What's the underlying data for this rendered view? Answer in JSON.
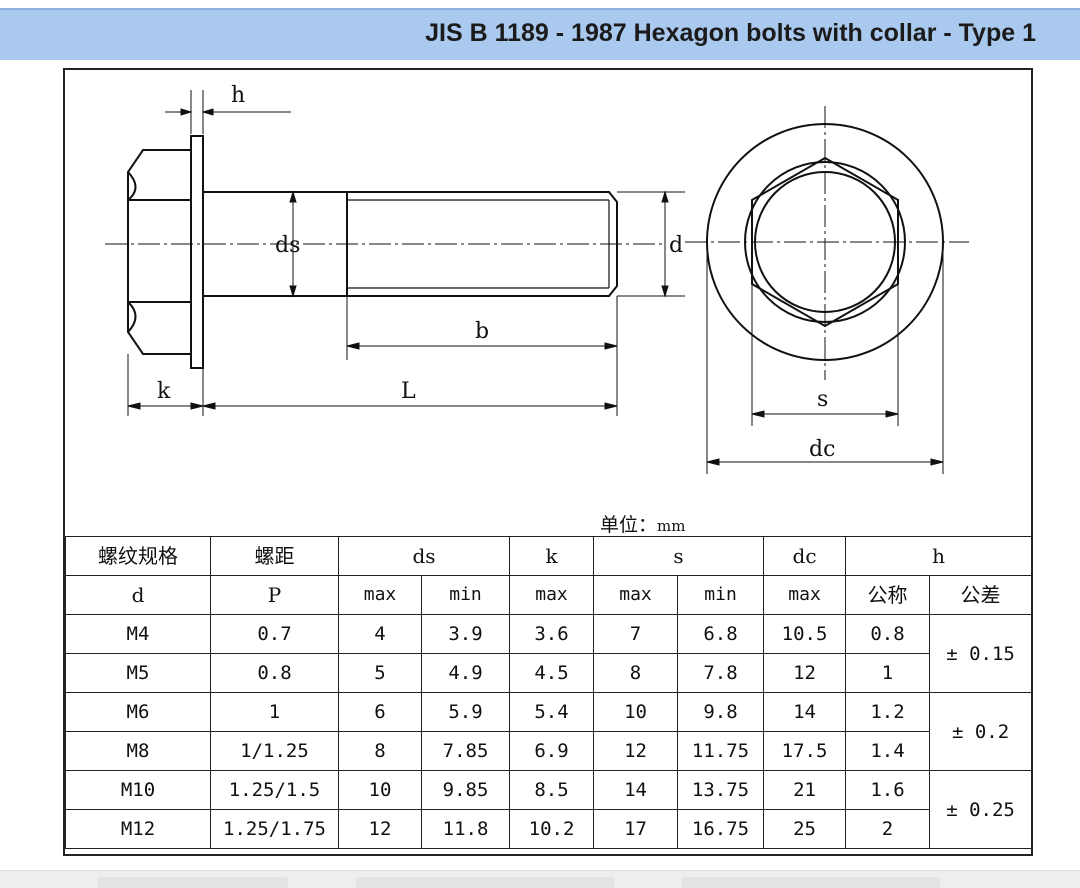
{
  "header": {
    "title": "JIS B 1189 - 1987 Hexagon bolts with collar - Type 1"
  },
  "drawing_labels": {
    "h": "h",
    "ds": "ds",
    "d": "d",
    "b": "b",
    "k": "k",
    "L": "L",
    "s": "s",
    "dc": "dc"
  },
  "unit": {
    "label": "单位：",
    "value": "mm"
  },
  "table": {
    "head1": {
      "thread_spec": "螺纹规格",
      "pitch": "螺距",
      "ds": "ds",
      "k": "k",
      "s": "s",
      "dc": "dc",
      "h": "h"
    },
    "head2": {
      "d": "d",
      "P": "P",
      "ds_max": "max",
      "ds_min": "min",
      "k_max": "max",
      "s_max": "max",
      "s_min": "min",
      "dc_max": "max",
      "h_nominal": "公称",
      "h_tolerance": "公差"
    },
    "rows": [
      {
        "d": "M4",
        "P": "0.7",
        "ds_max": "4",
        "ds_min": "3.9",
        "k": "3.6",
        "s_max": "7",
        "s_min": "6.8",
        "dc": "10.5",
        "h": "0.8"
      },
      {
        "d": "M5",
        "P": "0.8",
        "ds_max": "5",
        "ds_min": "4.9",
        "k": "4.5",
        "s_max": "8",
        "s_min": "7.8",
        "dc": "12",
        "h": "1"
      },
      {
        "d": "M6",
        "P": "1",
        "ds_max": "6",
        "ds_min": "5.9",
        "k": "5.4",
        "s_max": "10",
        "s_min": "9.8",
        "dc": "14",
        "h": "1.2"
      },
      {
        "d": "M8",
        "P": "1/1.25",
        "ds_max": "8",
        "ds_min": "7.85",
        "k": "6.9",
        "s_max": "12",
        "s_min": "11.75",
        "dc": "17.5",
        "h": "1.4"
      },
      {
        "d": "M10",
        "P": "1.25/1.5",
        "ds_max": "10",
        "ds_min": "9.85",
        "k": "8.5",
        "s_max": "14",
        "s_min": "13.75",
        "dc": "21",
        "h": "1.6"
      },
      {
        "d": "M12",
        "P": "1.25/1.75",
        "ds_max": "12",
        "ds_min": "11.8",
        "k": "10.2",
        "s_max": "17",
        "s_min": "16.75",
        "dc": "25",
        "h": "2"
      }
    ],
    "tolerances": [
      "± 0.15",
      "± 0.2",
      "± 0.25"
    ]
  }
}
